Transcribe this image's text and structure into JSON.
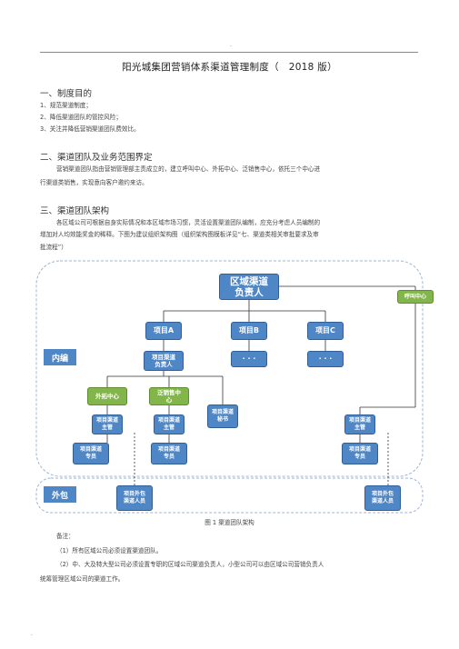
{
  "page": {
    "top_dot": ".",
    "title": "阳光城集团营销体系渠道管理制度（　2018 版）",
    "bottom_dot": "."
  },
  "sections": {
    "s1": {
      "heading": "一、制度目的",
      "items": [
        "1、规范渠道制度；",
        "2、降低渠道团队的管控风险；",
        "3、关注并降低营销渠道团队费效比。"
      ]
    },
    "s2": {
      "heading": "二、渠道团队及业务范围界定",
      "para_line1": "营销渠道团队指由营销管理部主责成立的，建立呼叫中心、外拓中心、泛销售中心，依托三个中心进",
      "para_line2": "行渠道类销售，实现意向客户邀约来访。"
    },
    "s3": {
      "heading": "三、渠道团队架构",
      "para_line1": "各区域公司可根据自身实际情况和本区域市场习惯，灵活设置渠道团队编制，应充分考虑人员编制的",
      "para_line2": "增加对人均效能奖金的稀释。下图为建议组织架构图（组织架构图模板详见“七、渠道类相关审批要求及审",
      "para_line3": "批流程”）"
    }
  },
  "org_chart": {
    "regional_head": "区域渠道负责人",
    "call_center": "呼叫中心",
    "project_a": "项目A",
    "project_b": "项目B",
    "project_c": "项目C",
    "project_channel_head": "项目渠道负责人",
    "ellipsis_b": "· · ·",
    "ellipsis_c": "· · ·",
    "outreach_center": "外拓中心",
    "pan_sales_center": "泛销售中心",
    "channel_secretary": "项目渠道秘书",
    "supervisor_1": "项目渠道主管",
    "supervisor_2": "项目渠道主管",
    "supervisor_3": "项目渠道主管",
    "specialist_1": "项目渠道专员",
    "specialist_2": "项目渠道专员",
    "specialist_3": "项目渠道专员",
    "outsourced_1": "项目外包渠道人员",
    "outsourced_2": "项目外包渠道人员",
    "label_internal": "内编",
    "label_outsourced": "外包",
    "colors": {
      "blue": "#4f86c6",
      "green": "#82b54a"
    }
  },
  "caption": "图 1  渠道团队架构",
  "notes": {
    "label": "备注：",
    "n1": "（1）所有区域公司必须设置渠道团队。",
    "n2_line1": "（2）中、大及特大型公司必须设置专职的区域公司渠道负责人，小型公司可以由区域公司营销负责人",
    "n2_line2": "统筹管理区域公司的渠道工作。"
  }
}
